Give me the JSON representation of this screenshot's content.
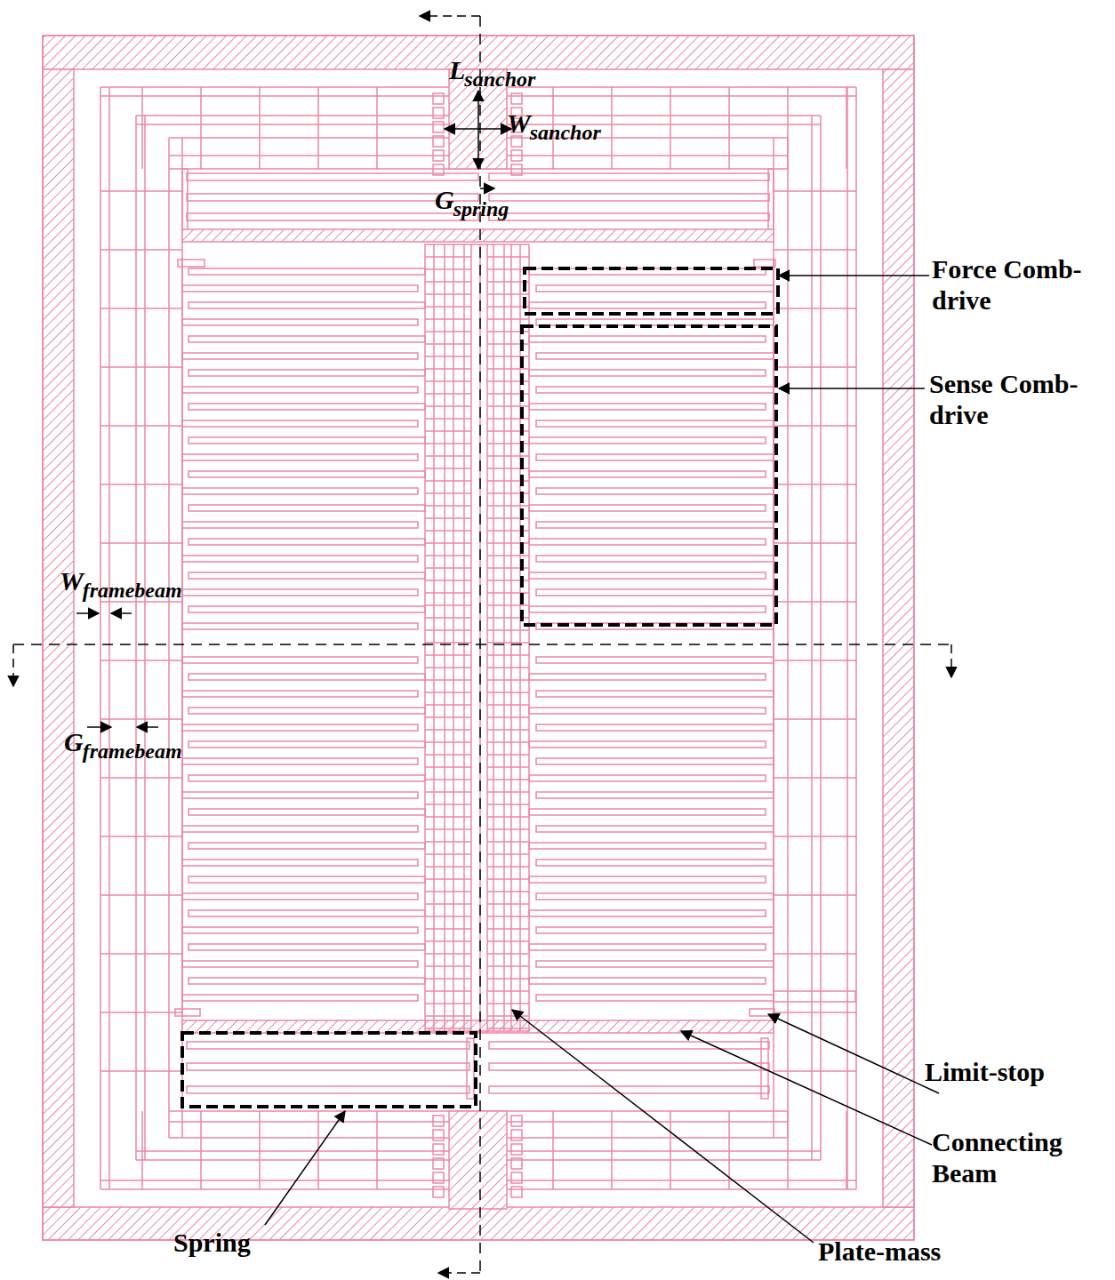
{
  "diagram": {
    "labels": [
      "L",
      "sanchor",
      "W",
      "sanchor",
      "G",
      "spring",
      "W",
      "framebeam",
      "G",
      "framebeam",
      "Force Comb-drive",
      "Sense Comb-drive",
      "Limit-stop",
      "Connecting Beam",
      "Spring",
      "Plate-mass"
    ]
  }
}
